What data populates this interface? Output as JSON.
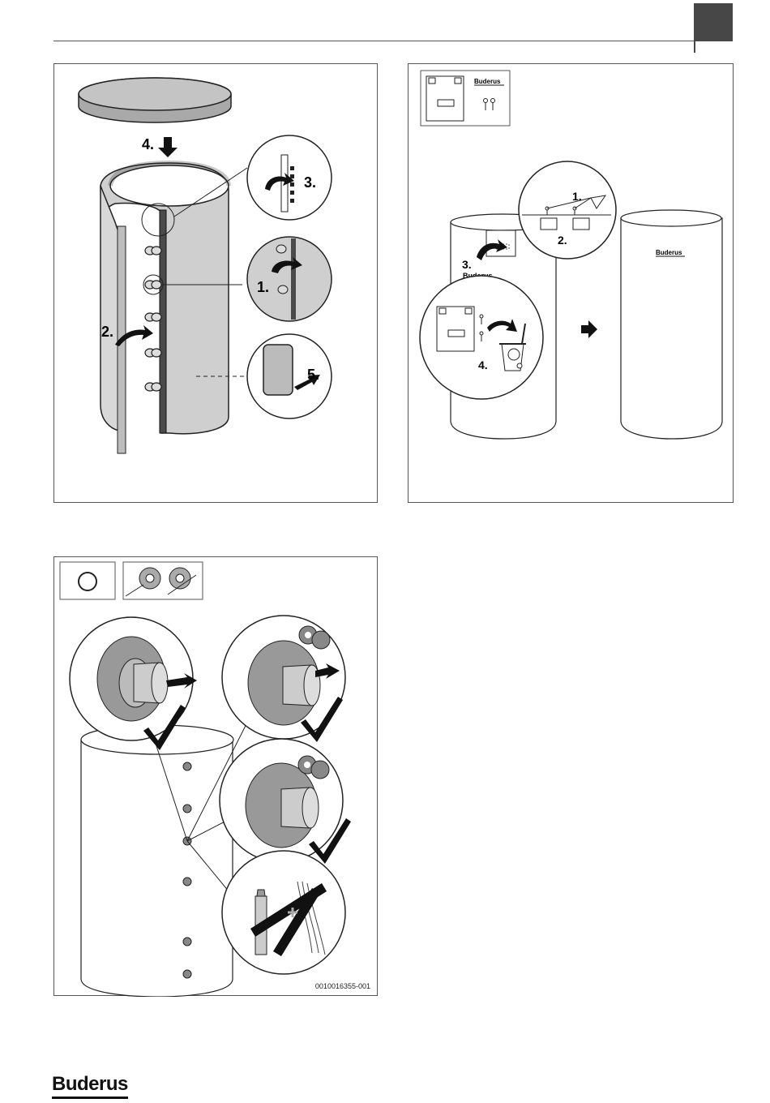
{
  "brand": "Buderus",
  "figure_1": {
    "steps": [
      "1.",
      "2.",
      "3.",
      "4.",
      "5."
    ]
  },
  "figure_2": {
    "kit_brand": "Buderus",
    "steps": [
      "1.",
      "2.",
      "3.",
      "4."
    ],
    "label_brand": "Buderus",
    "tank_brand": "Buderus"
  },
  "figure_3": {
    "figure_id": "0010016355-001"
  },
  "footer": {
    "logo": "Buderus"
  }
}
